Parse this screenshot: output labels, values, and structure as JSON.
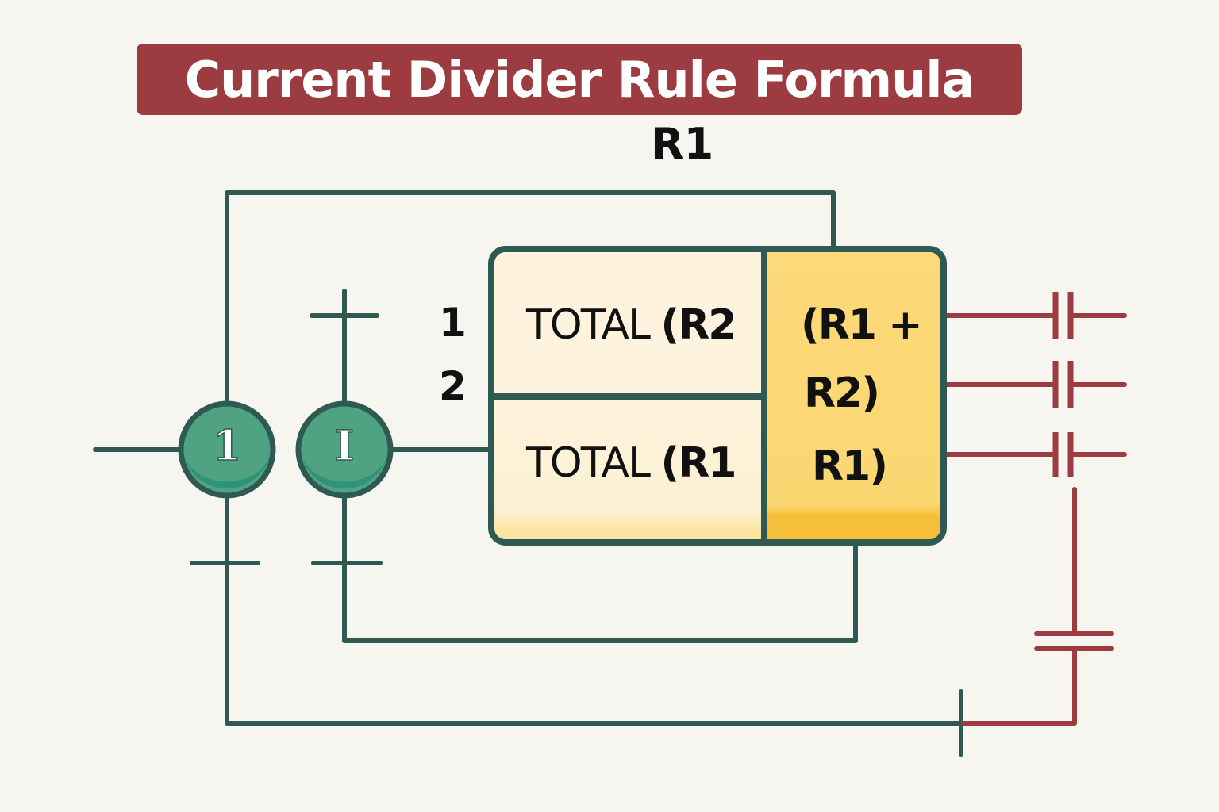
{
  "title": "Current Divider Rule Formula",
  "top_label": "R1",
  "side_numbers": [
    "1",
    "2"
  ],
  "formula_box": {
    "row1": {
      "prefix": "TOTAL",
      "paren": "(",
      "term": "R2"
    },
    "row2": {
      "prefix": "TOTAL",
      "paren": "(",
      "term": "R1"
    },
    "right_lines": [
      "(R1 +",
      "R2)",
      "R1)"
    ]
  },
  "meters": [
    {
      "label": "1"
    },
    {
      "label": "I"
    }
  ],
  "colors": {
    "banner": "#9c3b40",
    "wire_dark": "#2f5a53",
    "wire_red": "#9c3b40",
    "meter_fill": "#4fa282",
    "box_left": "#fdf3de",
    "box_right": "#fcd979",
    "background": "#f7f5ef"
  }
}
